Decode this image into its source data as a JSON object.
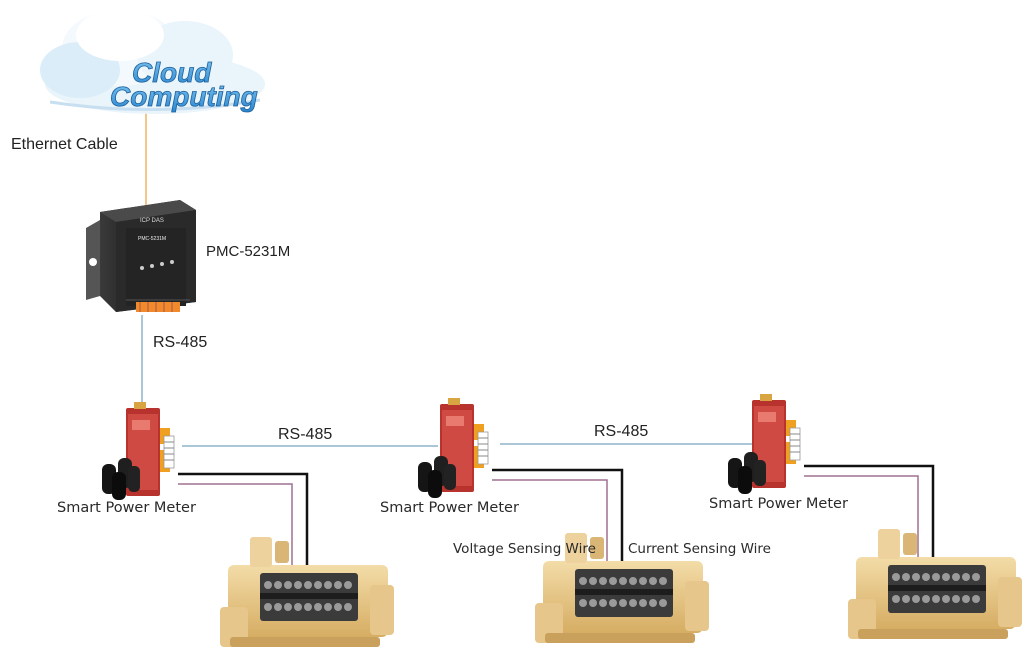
{
  "cloud": {
    "line1": "Cloud",
    "line2": "Computing"
  },
  "labels": {
    "ethernet": "Ethernet Cable",
    "gateway": "PMC-5231M",
    "rs485_vertical": "RS-485",
    "rs485_link1": "RS-485",
    "rs485_link2": "RS-485",
    "meter1": "Smart Power Meter",
    "meter2": "Smart Power Meter",
    "meter3": "Smart Power Meter",
    "voltage_wire": "Voltage Sensing Wire",
    "current_wire": "Current Sensing Wire"
  },
  "gateway_device": {
    "brand": "ICP DAS",
    "model": "PMC-5231M"
  },
  "colors": {
    "ethernet_line": "#f0b060",
    "rs485_line": "#8fb3c8",
    "voltage_wire": "#a07090",
    "current_wire": "#111111",
    "cloud_blue": "#2a8fd6",
    "meter_red": "#b8322e",
    "machine_gold": "#e3c48a"
  }
}
